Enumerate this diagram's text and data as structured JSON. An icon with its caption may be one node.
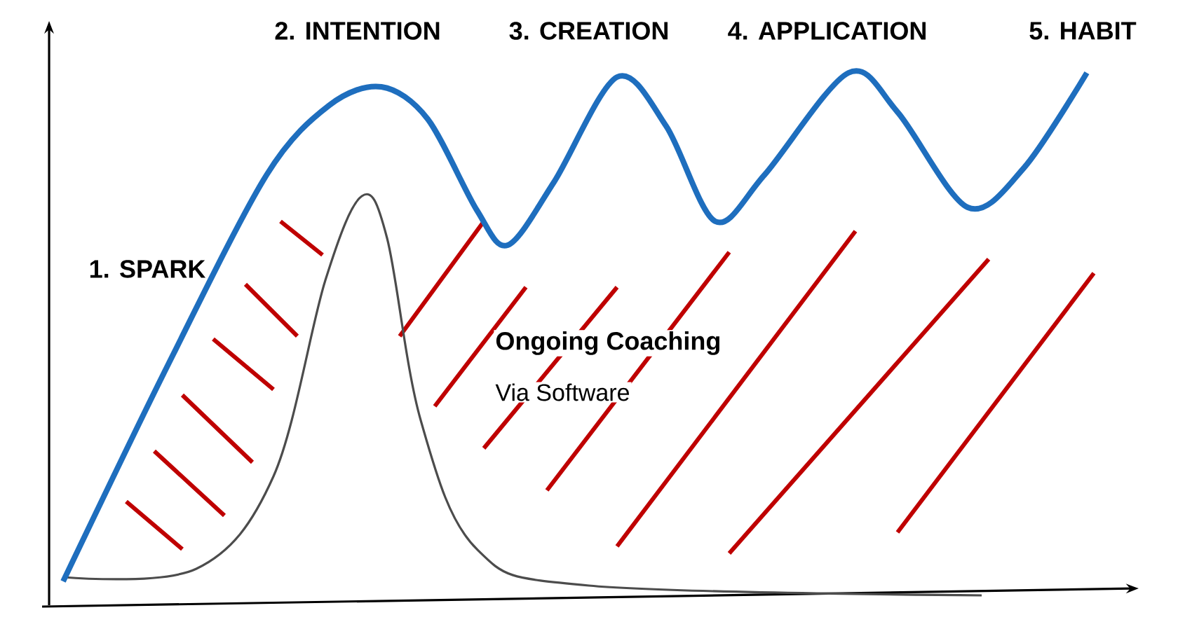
{
  "diagram": {
    "labels": [
      "2. INTENTION",
      "3. CREATION",
      "4. APPLICATION",
      "5. HABIT",
      "1. SPARK",
      "Ongoing Coaching",
      "Via Software"
    ]
  }
}
